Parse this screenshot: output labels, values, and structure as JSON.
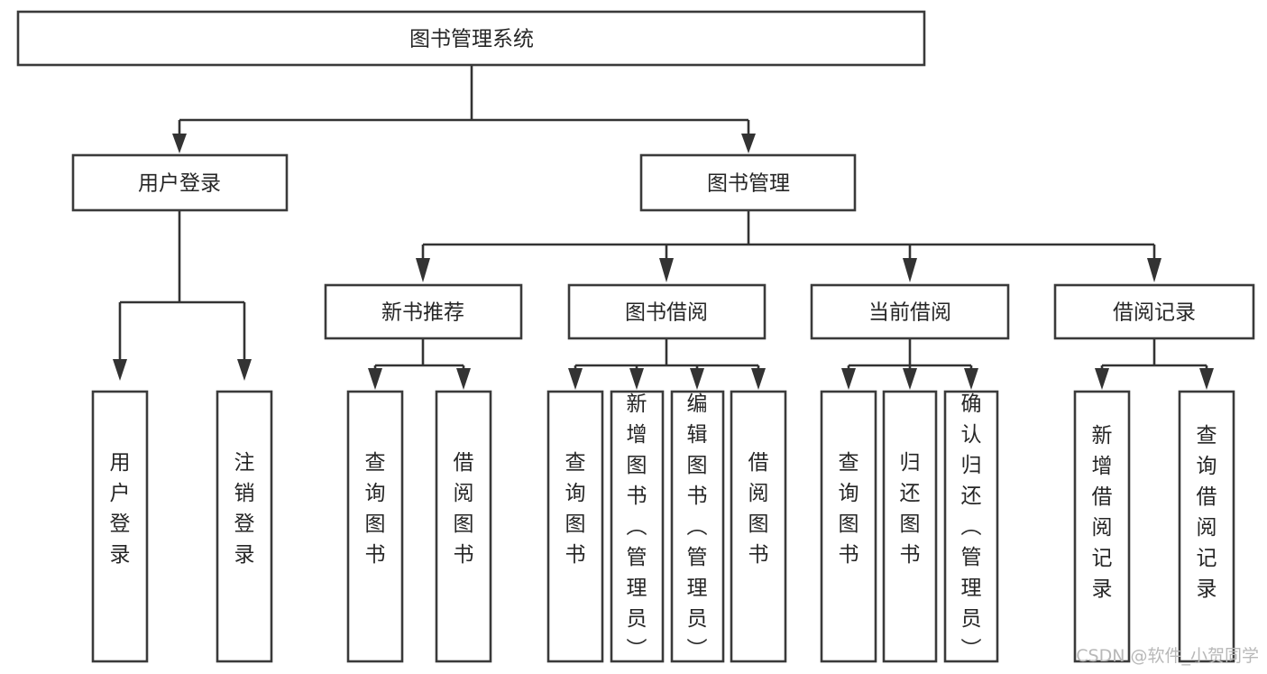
{
  "diagram": {
    "title": "图书管理系统",
    "type": "tree-hierarchy-diagram",
    "colors": {
      "box_stroke": "#3a3a3a",
      "box_fill": "#ffffff",
      "connector": "#333333",
      "text": "#262626",
      "watermark": "#b8b8b8",
      "background": "#ffffff"
    },
    "root": {
      "label": "图书管理系统"
    },
    "level2": [
      {
        "label": "用户登录"
      },
      {
        "label": "图书管理"
      }
    ],
    "level3": [
      {
        "label": "新书推荐"
      },
      {
        "label": "图书借阅"
      },
      {
        "label": "当前借阅"
      },
      {
        "label": "借阅记录"
      }
    ],
    "leaves": {
      "user_login": [
        {
          "label": "用户登录"
        },
        {
          "label": "注销登录"
        }
      ],
      "new_book_recommend": [
        {
          "label": "查询图书"
        },
        {
          "label": "借阅图书"
        }
      ],
      "book_borrow": [
        {
          "label": "查询图书"
        },
        {
          "label": "新增图书（管理员）"
        },
        {
          "label": "编辑图书（管理员）"
        },
        {
          "label": "借阅图书"
        }
      ],
      "current_borrow": [
        {
          "label": "查询图书"
        },
        {
          "label": "归还图书"
        },
        {
          "label": "确认归还（管理员）"
        }
      ],
      "borrow_record": [
        {
          "label": "新增借阅记录"
        },
        {
          "label": "查询借阅记录"
        }
      ]
    },
    "watermark": "CSDN @软件_小贺同学"
  },
  "chart_data": {
    "type": "table",
    "title": "图书管理系统 功能结构图",
    "nodes": [
      {
        "id": "root",
        "label": "图书管理系统",
        "level": 1,
        "parent": null
      },
      {
        "id": "n-user-login",
        "label": "用户登录",
        "level": 2,
        "parent": "root"
      },
      {
        "id": "n-book-mgmt",
        "label": "图书管理",
        "level": 2,
        "parent": "root"
      },
      {
        "id": "n-user-login-1",
        "label": "用户登录",
        "level": 3,
        "parent": "n-user-login"
      },
      {
        "id": "n-user-login-2",
        "label": "注销登录",
        "level": 3,
        "parent": "n-user-login"
      },
      {
        "id": "n-new-book",
        "label": "新书推荐",
        "level": 3,
        "parent": "n-book-mgmt"
      },
      {
        "id": "n-book-borrow",
        "label": "图书借阅",
        "level": 3,
        "parent": "n-book-mgmt"
      },
      {
        "id": "n-current-borrow",
        "label": "当前借阅",
        "level": 3,
        "parent": "n-book-mgmt"
      },
      {
        "id": "n-borrow-record",
        "label": "借阅记录",
        "level": 3,
        "parent": "n-book-mgmt"
      },
      {
        "id": "n-new-book-1",
        "label": "查询图书",
        "level": 4,
        "parent": "n-new-book"
      },
      {
        "id": "n-new-book-2",
        "label": "借阅图书",
        "level": 4,
        "parent": "n-new-book"
      },
      {
        "id": "n-book-borrow-1",
        "label": "查询图书",
        "level": 4,
        "parent": "n-book-borrow"
      },
      {
        "id": "n-book-borrow-2",
        "label": "新增图书（管理员）",
        "level": 4,
        "parent": "n-book-borrow"
      },
      {
        "id": "n-book-borrow-3",
        "label": "编辑图书（管理员）",
        "level": 4,
        "parent": "n-book-borrow"
      },
      {
        "id": "n-book-borrow-4",
        "label": "借阅图书",
        "level": 4,
        "parent": "n-book-borrow"
      },
      {
        "id": "n-current-borrow-1",
        "label": "查询图书",
        "level": 4,
        "parent": "n-current-borrow"
      },
      {
        "id": "n-current-borrow-2",
        "label": "归还图书",
        "level": 4,
        "parent": "n-current-borrow"
      },
      {
        "id": "n-current-borrow-3",
        "label": "确认归还（管理员）",
        "level": 4,
        "parent": "n-current-borrow"
      },
      {
        "id": "n-borrow-record-1",
        "label": "新增借阅记录",
        "level": 4,
        "parent": "n-borrow-record"
      },
      {
        "id": "n-borrow-record-2",
        "label": "查询借阅记录",
        "level": 4,
        "parent": "n-borrow-record"
      }
    ]
  }
}
